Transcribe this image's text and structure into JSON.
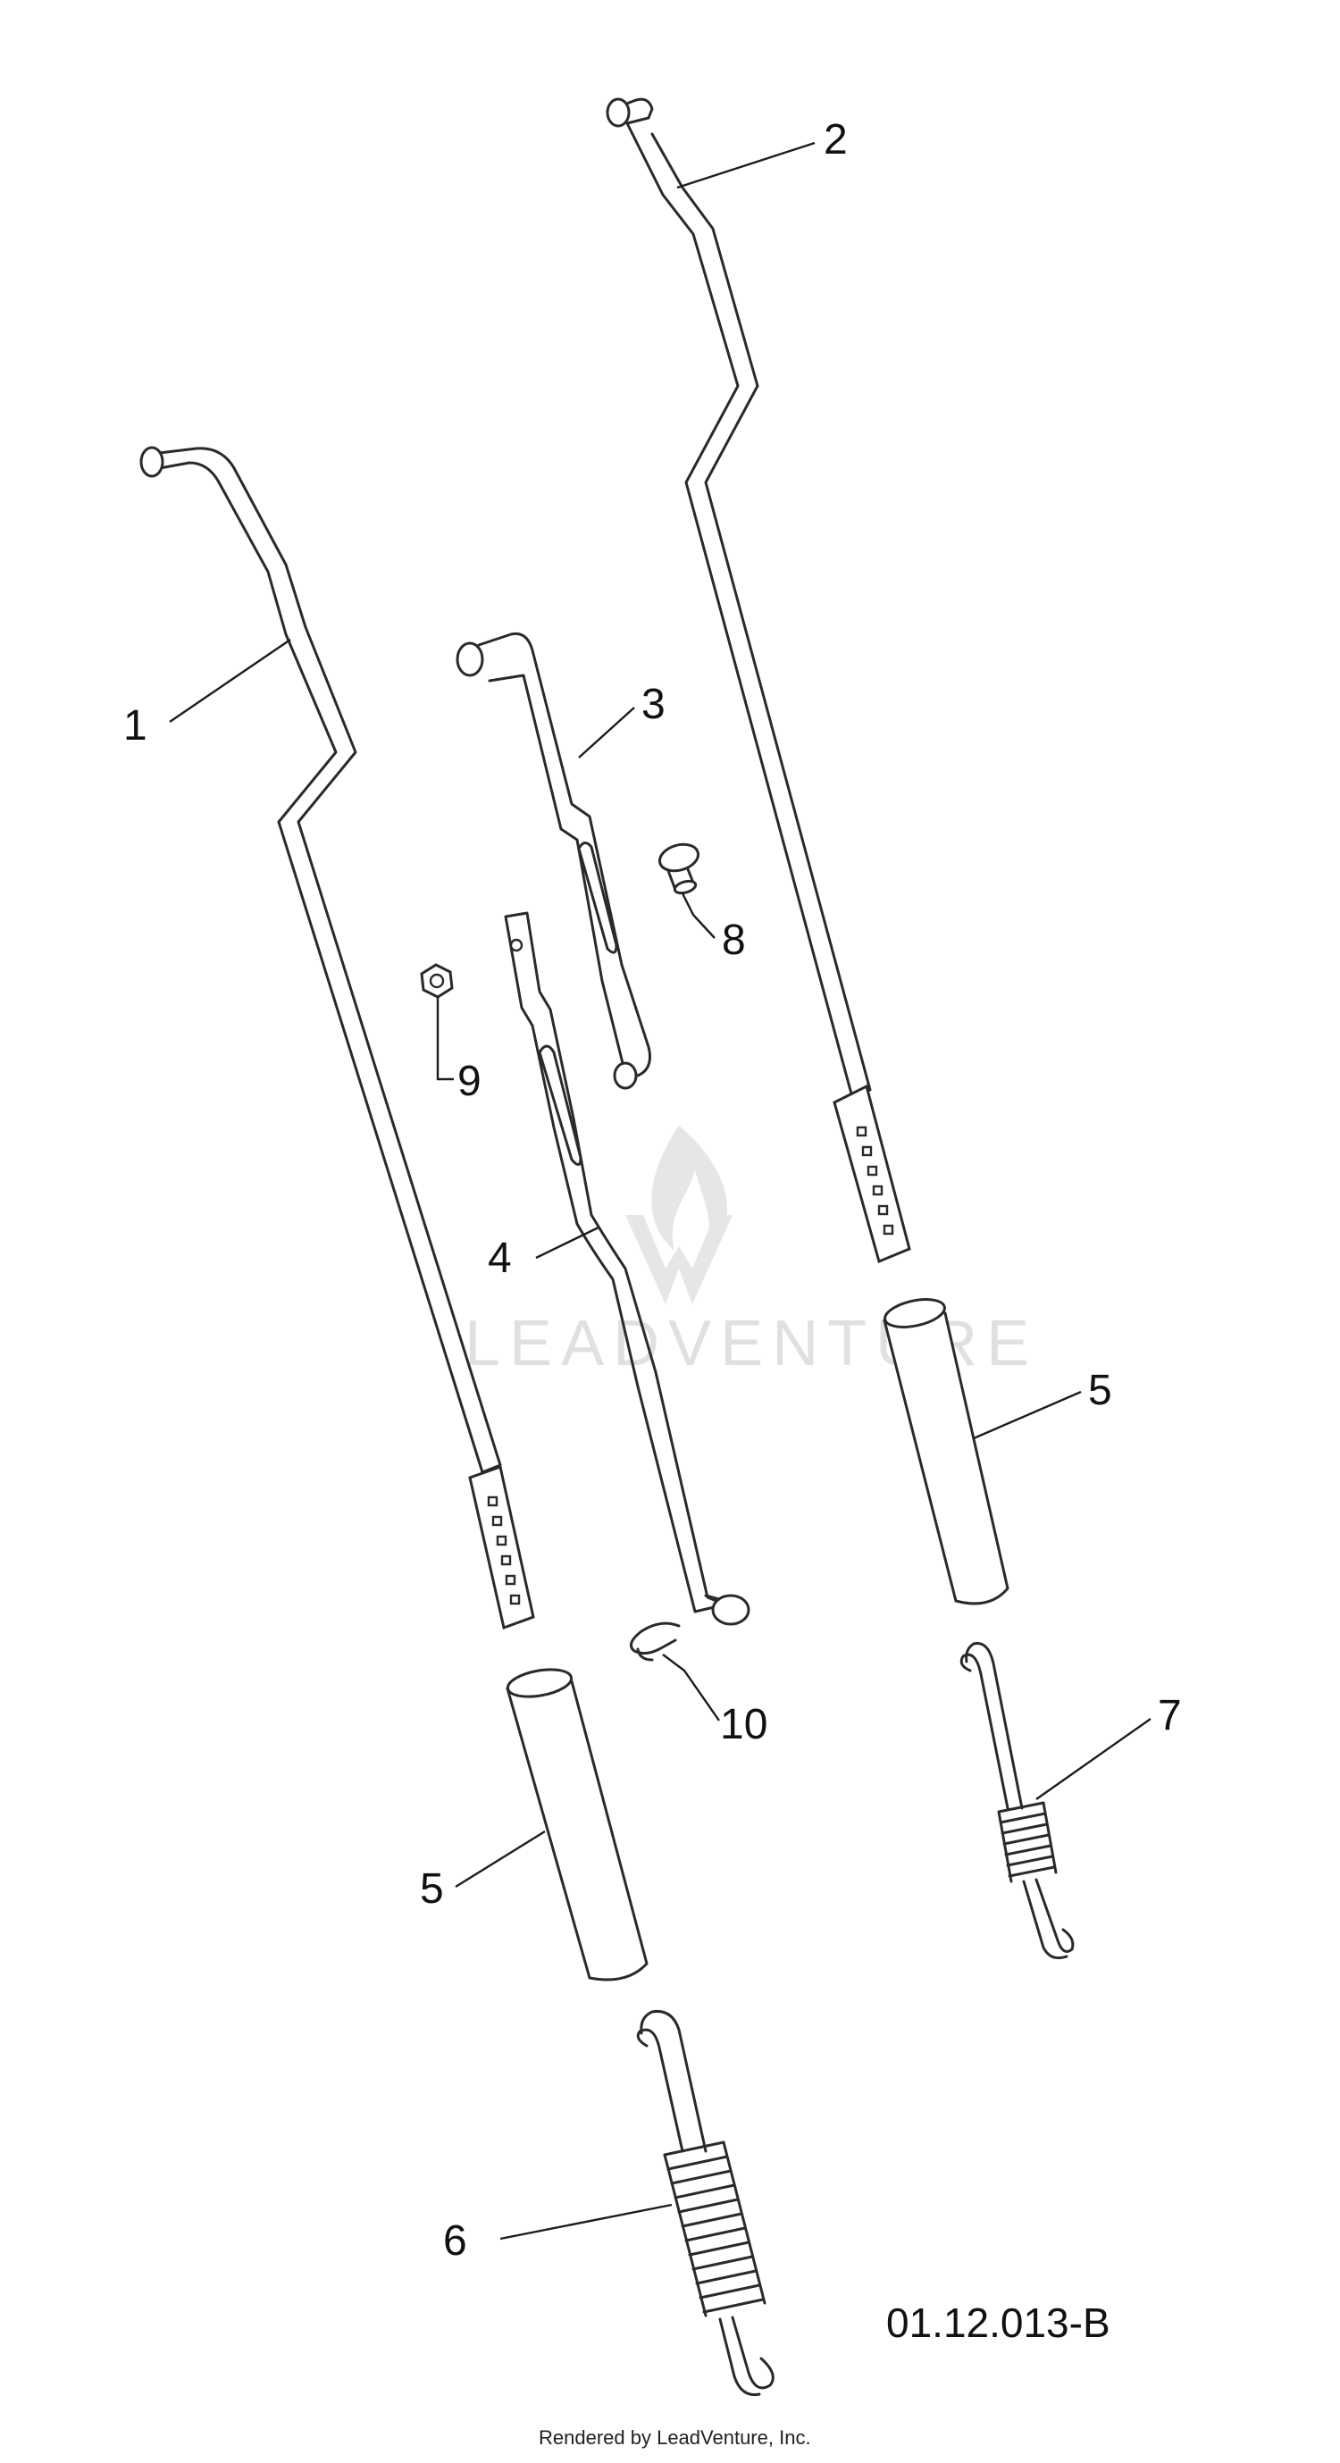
{
  "callouts": {
    "c1": "1",
    "c2": "2",
    "c3": "3",
    "c4": "4",
    "c5a": "5",
    "c5b": "5",
    "c6": "6",
    "c7": "7",
    "c8": "8",
    "c9": "9",
    "c10": "10"
  },
  "drawing_code": "01.12.013-B",
  "credit": "Rendered by LeadVenture, Inc.",
  "watermark": "LEADVENTURE",
  "colors": {
    "line": "#2a2a2a",
    "watermark": "#c8c8c8",
    "background": "#ffffff"
  }
}
